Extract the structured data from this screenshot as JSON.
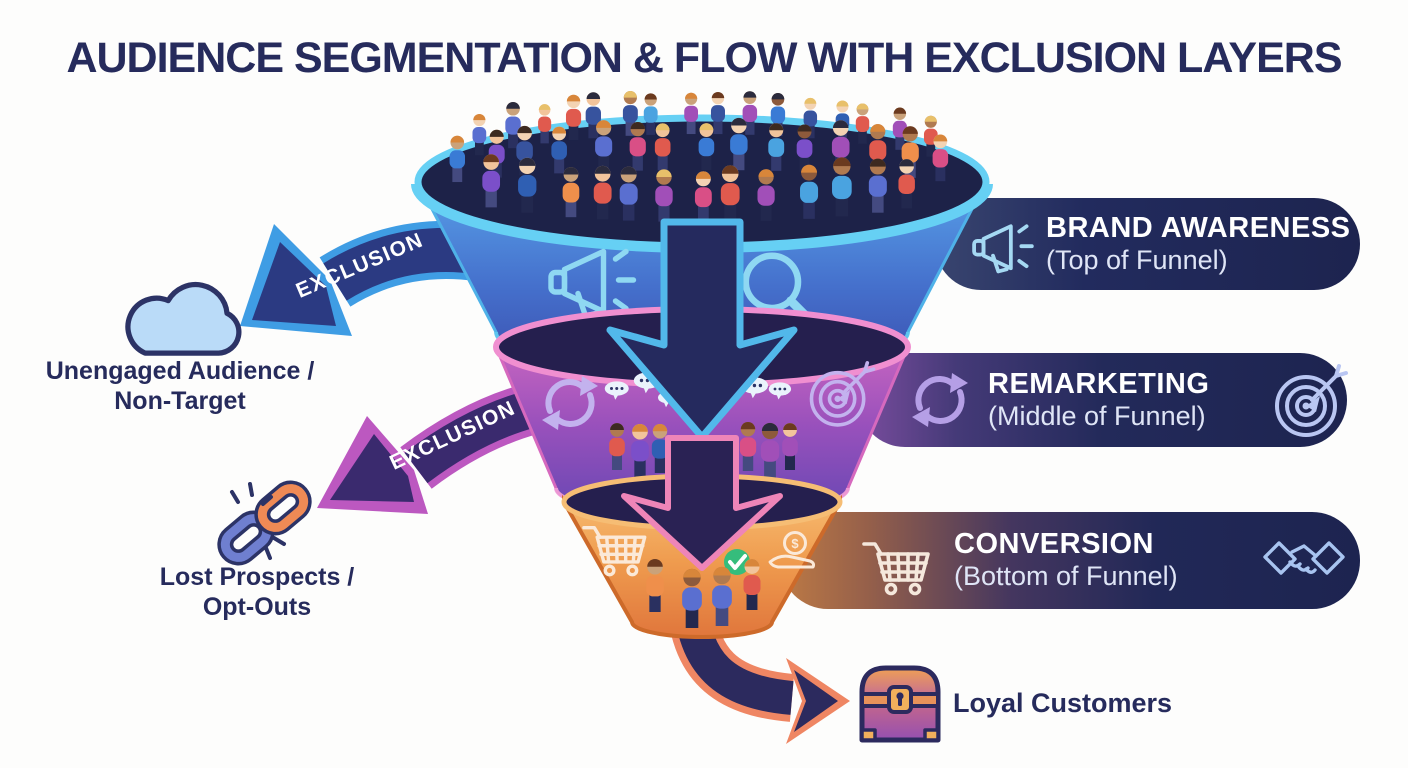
{
  "title": "AUDIENCE SEGMENTATION & FLOW WITH EXCLUSION LAYERS",
  "pills": [
    {
      "label": "BRAND AWARENESS",
      "sublabel": "(Top of Funnel)",
      "left_icon": "megaphone-icon"
    },
    {
      "label": "REMARKETING",
      "sublabel": "(Middle of Funnel)",
      "left_icon": "refresh-icon",
      "right_icon": "target-icon"
    },
    {
      "label": "CONVERSION",
      "sublabel": "(Bottom of Funnel)",
      "left_icon": "shopping-cart-icon",
      "right_icon": "handshake-icon"
    }
  ],
  "exclusions": [
    {
      "arrow_label": "EXCLUSION",
      "icon": "cloud-icon",
      "line1": "Unengaged Audience /",
      "line2": "Non-Target"
    },
    {
      "arrow_label": "EXCLUSION",
      "icon": "broken-link-icon",
      "line1": "Lost Prospects /",
      "line2": "Opt-Outs"
    }
  ],
  "outcome": {
    "label": "Loyal Customers",
    "icon": "treasure-chest-icon"
  },
  "funnel_icons": {
    "top": [
      "megaphone-icon",
      "magnifying-glass-icon"
    ],
    "middle": [
      "refresh-icon",
      "speech-bubbles-icon",
      "target-icon"
    ],
    "bottom": [
      "shopping-cart-icon",
      "check-icon",
      "hand-coin-icon"
    ]
  },
  "glyphs": {
    "dollar": "$"
  },
  "colors": {
    "title": "#262b5c",
    "navy": "#262b5c",
    "pill_navy": "#20295a",
    "funnel_top_blue": "#4b86dc",
    "funnel_mid_purple": "#9a51bc",
    "funnel_bottom_orange": "#ef9b4e",
    "rim_cyan": "#64cef2",
    "rim_pink": "#f08fd0",
    "rim_gold": "#f6bd74",
    "exclusion_blue": "#3f9de4",
    "exclusion_magenta": "#bc58c0",
    "arrow_coral": "#ef8663",
    "check_green": "#35bd7c",
    "icon_light_blue": "#a5d9f3",
    "icon_lavender": "#b9a2e8"
  }
}
